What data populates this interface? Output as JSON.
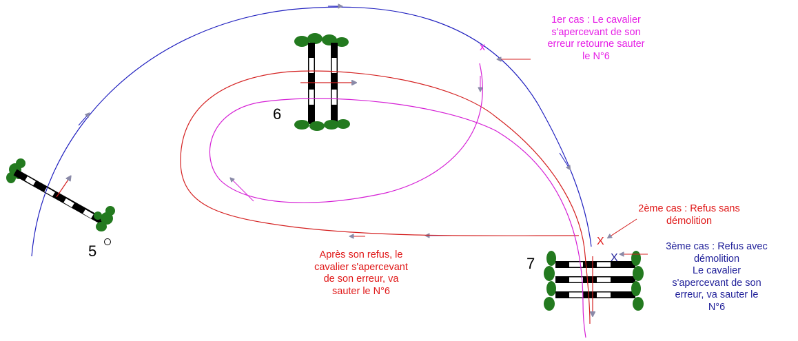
{
  "colors": {
    "blue_path": "#1f1fbf",
    "red_path": "#d42020",
    "magenta_path": "#d51fd5",
    "magenta_text": "#e61ee6",
    "red_text": "#e01818",
    "navy_text": "#1f1f99",
    "arrow_fill": "#8a8aa8",
    "hedge": "#237a1f",
    "pole_black": "#000000"
  },
  "obstacles": {
    "five": "5",
    "six": "6",
    "seven": "7"
  },
  "marks": {
    "case1_x": "x",
    "case2_x": "X",
    "case3_x": "X"
  },
  "annotations": {
    "case1": "1er cas : Le cavalier\ns'apercevant de son\nerreur retourne sauter\nle N°6",
    "case2": "2ème cas : Refus sans\ndémolition",
    "case3": "3ème cas : Refus avec\ndémolition\nLe cavalier\ns'apercevant de son\nerreur, va sauter le\nN°6",
    "after_refusal": "Après son refus, le\ncavalier s'apercevant\nde son erreur, va\nsauter le N°6"
  }
}
